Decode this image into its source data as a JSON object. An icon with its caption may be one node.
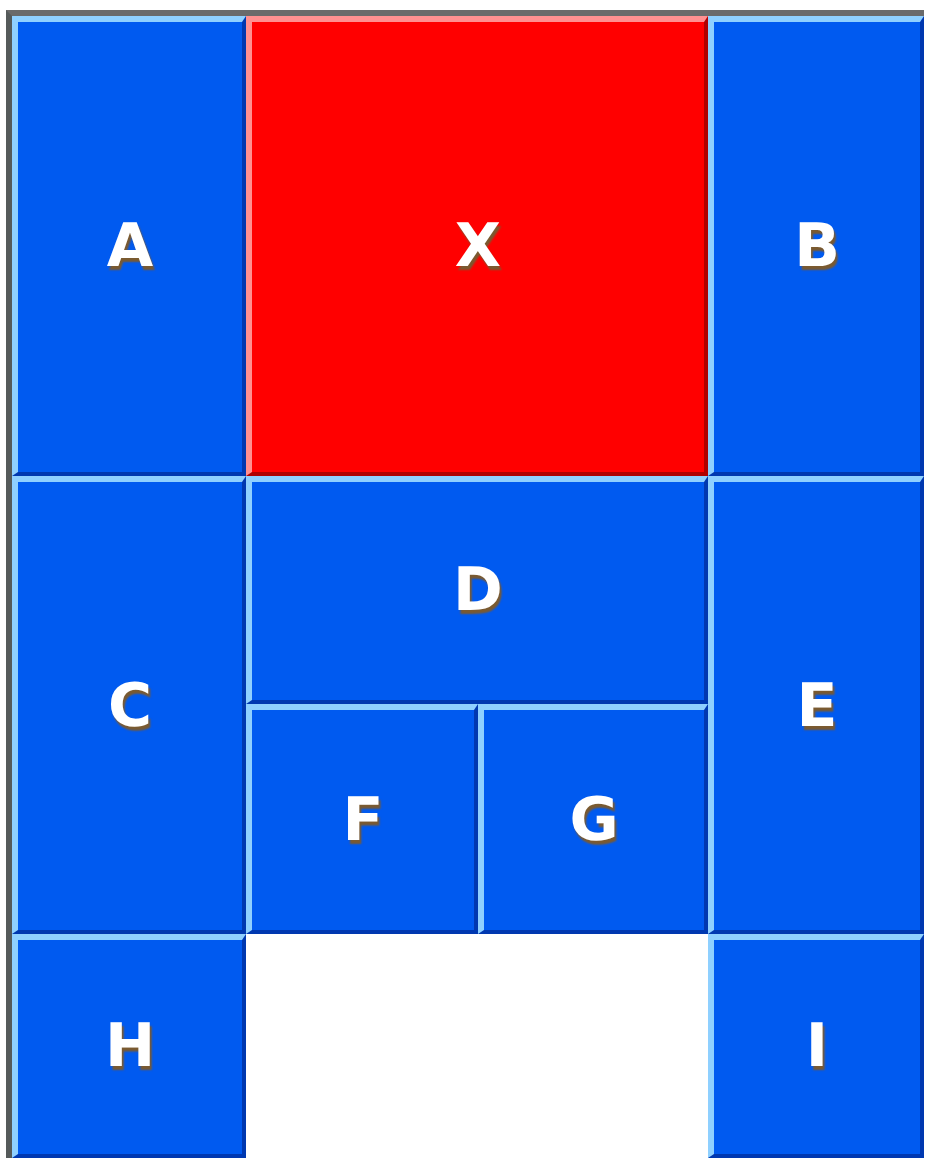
{
  "diagram": {
    "nodes": [
      {
        "text": [
          "A"
        ]
      },
      {
        "text": [
          "X"
        ]
      },
      {
        "text": [
          "B"
        ]
      },
      {
        "text": [
          "C"
        ]
      },
      {
        "text": [
          "D"
        ]
      },
      {
        "text": [
          "E"
        ]
      },
      {
        "text": [
          "F"
        ]
      },
      {
        "text": [
          "G"
        ]
      },
      {
        "text": [
          "H"
        ]
      },
      {
        "text": [
          "I"
        ]
      }
    ]
  }
}
